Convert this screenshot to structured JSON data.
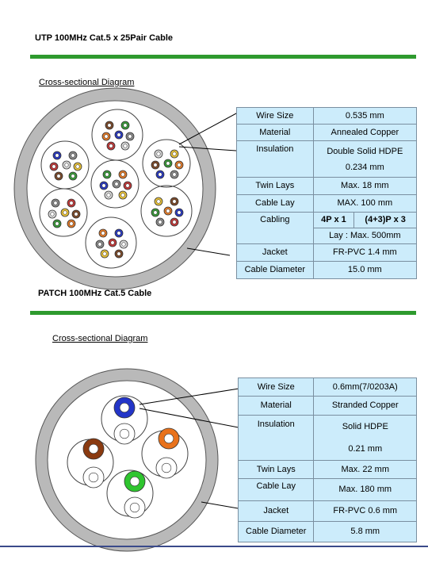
{
  "utp": {
    "title": "UTP 100MHz Cat.5 x 25Pair Cable",
    "caption": "Cross-sectional Diagram",
    "specs": {
      "wire_size_label": "Wire Size",
      "wire_size_value": "0.535 mm",
      "material_label": "Material",
      "material_value": "Annealed Copper",
      "insulation_label": "Insulation",
      "insulation_value_1": "Double Solid HDPE",
      "insulation_value_2": "0.234 mm",
      "twin_lays_label": "Twin Lays",
      "twin_lays_value": "Max. 18 mm",
      "cable_lay_label": "Cable Lay",
      "cable_lay_value": "MAX. 100 mm",
      "cabling_label": "Cabling",
      "cabling_value_a": "4P x 1",
      "cabling_value_b": "(4+3)P x 3",
      "lay_value": "Lay : Max. 500mm",
      "jacket_label": "Jacket",
      "jacket_value": "FR-PVC 1.4 mm",
      "diameter_label": "Cable Diameter",
      "diameter_value": "15.0 mm"
    }
  },
  "patch": {
    "title": "PATCH 100MHz Cat.5 Cable",
    "caption": "Cross-sectional Diagram",
    "specs": {
      "wire_size_label": "Wire Size",
      "wire_size_value": "0.6mm(7/0203A)",
      "material_label": "Material",
      "material_value": "Stranded Copper",
      "insulation_label": "Insulation",
      "insulation_value_1": "Solid HDPE",
      "insulation_value_2": "0.21 mm",
      "twin_lays_label": "Twin Lays",
      "twin_lays_value": "Max. 22 mm",
      "cable_lay_label": "Cable Lay",
      "cable_lay_value": "Max. 180 mm",
      "jacket_label": "Jacket",
      "jacket_value": "FR-PVC 0.6 mm",
      "diameter_label": "Cable Diameter",
      "diameter_value": "5.8 mm"
    }
  },
  "colors": {
    "rule": "#2e9a2e",
    "table_bg": "#ccecfb",
    "jacket": "#b9b9b9",
    "blue": "#2335c8",
    "orange": "#e8721c",
    "green": "#2fc52f",
    "brown": "#8a3a10"
  }
}
